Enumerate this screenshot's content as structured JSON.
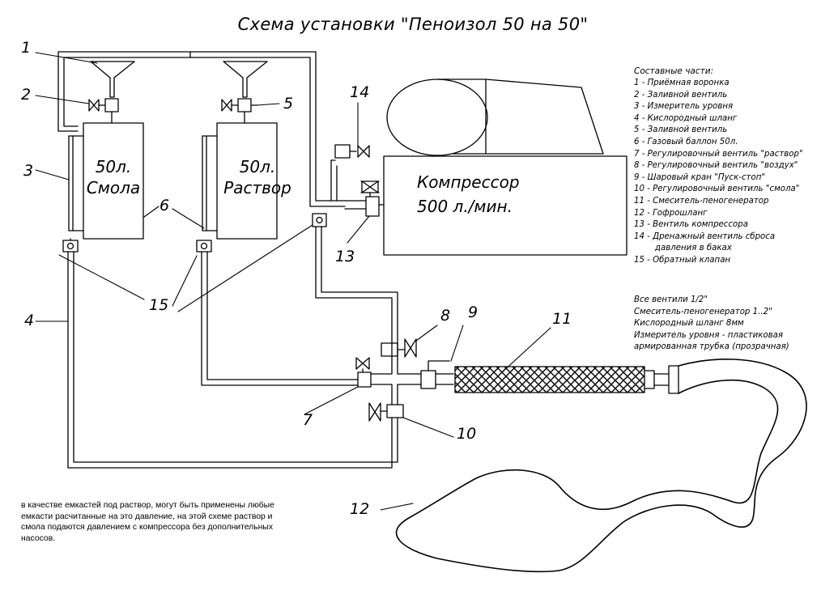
{
  "title": "Схема установки \"Пеноизол 50 на 50\"",
  "tanks": {
    "resin": {
      "volume": "50л.",
      "name": "Смола"
    },
    "solution": {
      "volume": "50л.",
      "name": "Раствор"
    }
  },
  "compressor": {
    "name": "Компрессор",
    "capacity": "500 л./мин."
  },
  "callouts": [
    "1",
    "2",
    "3",
    "4",
    "5",
    "6",
    "7",
    "8",
    "9",
    "10",
    "11",
    "12",
    "13",
    "14",
    "15"
  ],
  "legend": {
    "title": "Составные части:",
    "items": [
      "1 - Приёмная воронка",
      "2 - Заливной вентиль",
      "3 - Измеритель уровня",
      "4 - Кислородный шланг",
      "5 - Заливной вентиль",
      "6 - Газовый баллон 50л.",
      "7 - Регулировочный вентиль \"раствор\"",
      "8 - Регулировочный вентиль \"воздух\"",
      "9 - Шаровый кран \"Пуск-стоп\"",
      "10 - Регулировочный вентиль \"смола\"",
      "11 - Смеситель-пеногенератор",
      "12 - Гофрошланг",
      "13 - Вентиль компрессора",
      "14 - Дренажный вентиль сброса",
      "        давления в баках",
      "15 - Обратный клапан"
    ]
  },
  "notes": [
    "Все вентили 1/2\"",
    "Смеситель-пеногенератор 1..2\"",
    "Кислородный шланг 8мм",
    "Измеритель уровня - пластиковая",
    "армированная трубка (прозрачная)"
  ],
  "footnote": "в качестве емкастей под раствор, могут быть применены любые емкасти расчитанные на это давление, на этой схеме раствор и смола подаются давлением с компрессора без дополнительных насосов."
}
